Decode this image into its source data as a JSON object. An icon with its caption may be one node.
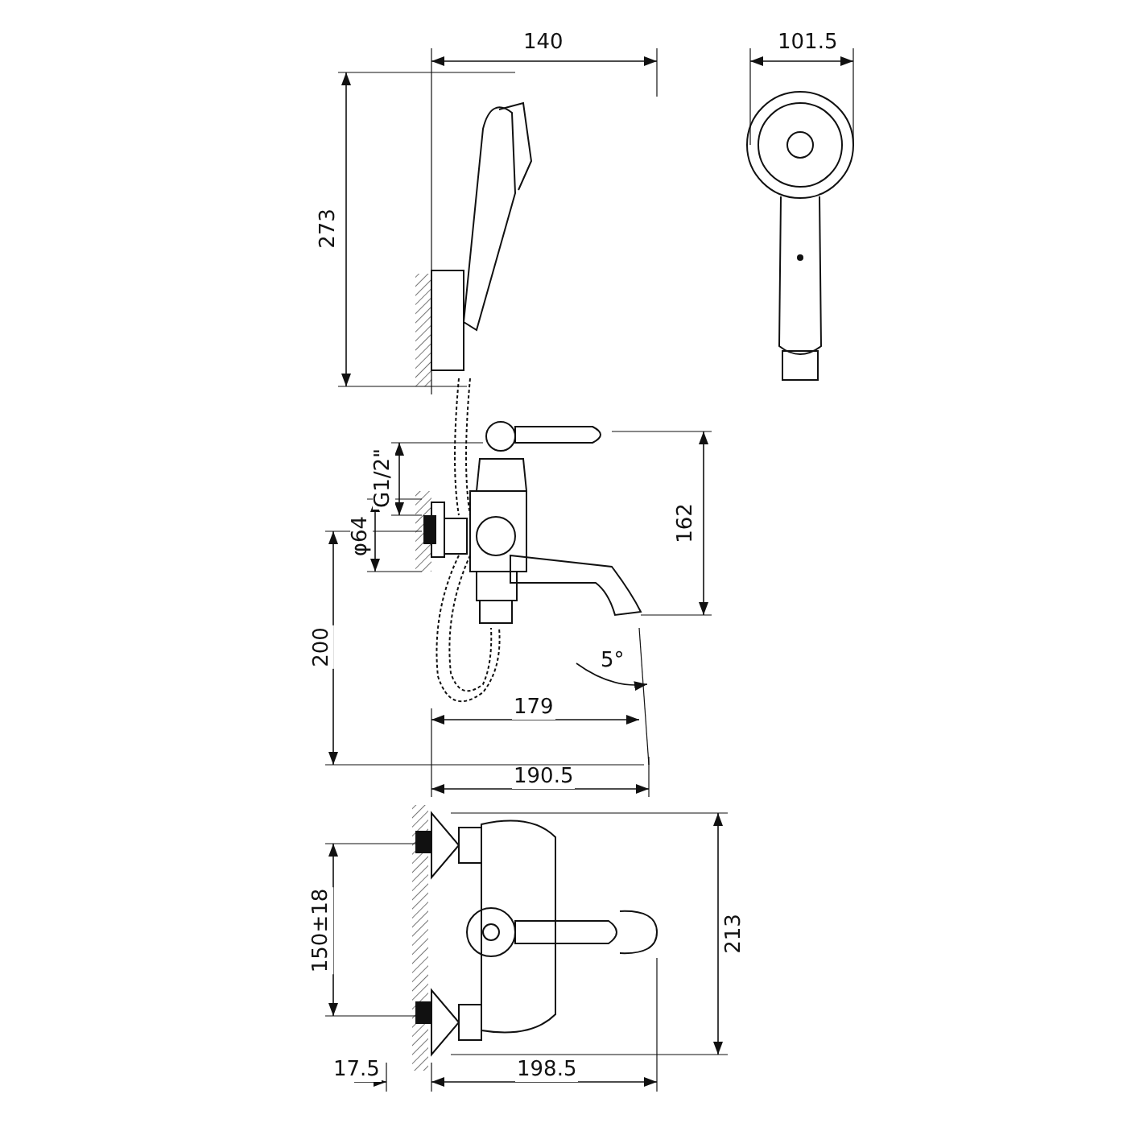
{
  "diagram": {
    "labels": [
      "140",
      "101.5",
      "273",
      "G1/2\"",
      "162",
      "φ64",
      "200",
      "5°",
      "179",
      "190.5",
      "150±18",
      "213",
      "17.5",
      "198.5"
    ]
  }
}
